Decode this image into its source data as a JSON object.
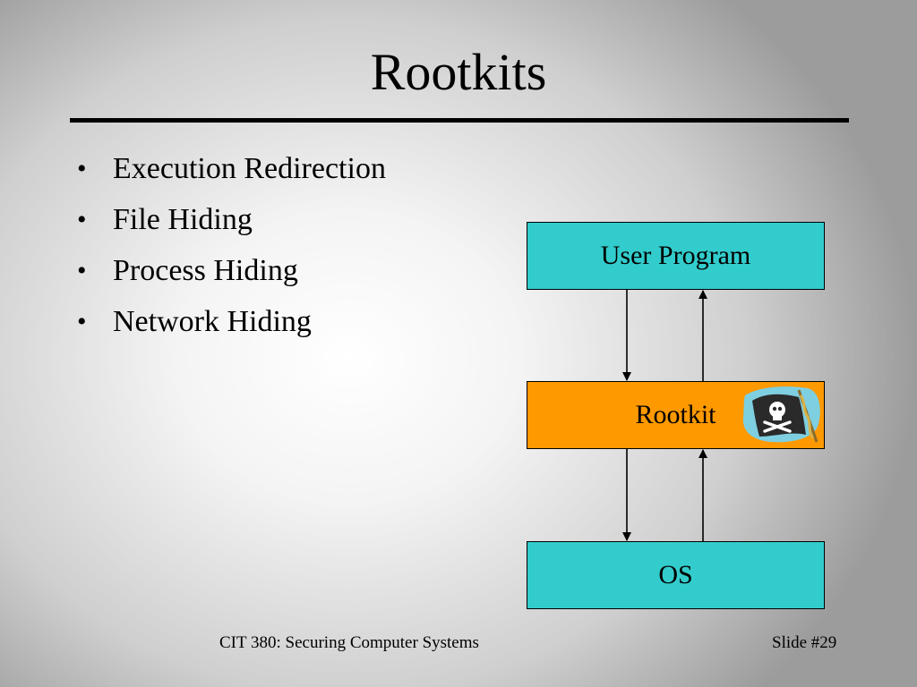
{
  "slide": {
    "title": "Rootkits",
    "bullets": [
      "Execution Redirection",
      "File Hiding",
      "Process Hiding",
      "Network Hiding"
    ],
    "bullet_glyph": "•"
  },
  "diagram": {
    "boxes": {
      "user_program": "User Program",
      "rootkit": "Rootkit",
      "os": "OS"
    },
    "colors": {
      "layer_box": "#33cccc",
      "rootkit_box": "#ff9900"
    },
    "icon": "pirate-flag-icon"
  },
  "footer": {
    "course": "CIT 380: Securing Computer Systems",
    "slide_number": "Slide #29"
  }
}
